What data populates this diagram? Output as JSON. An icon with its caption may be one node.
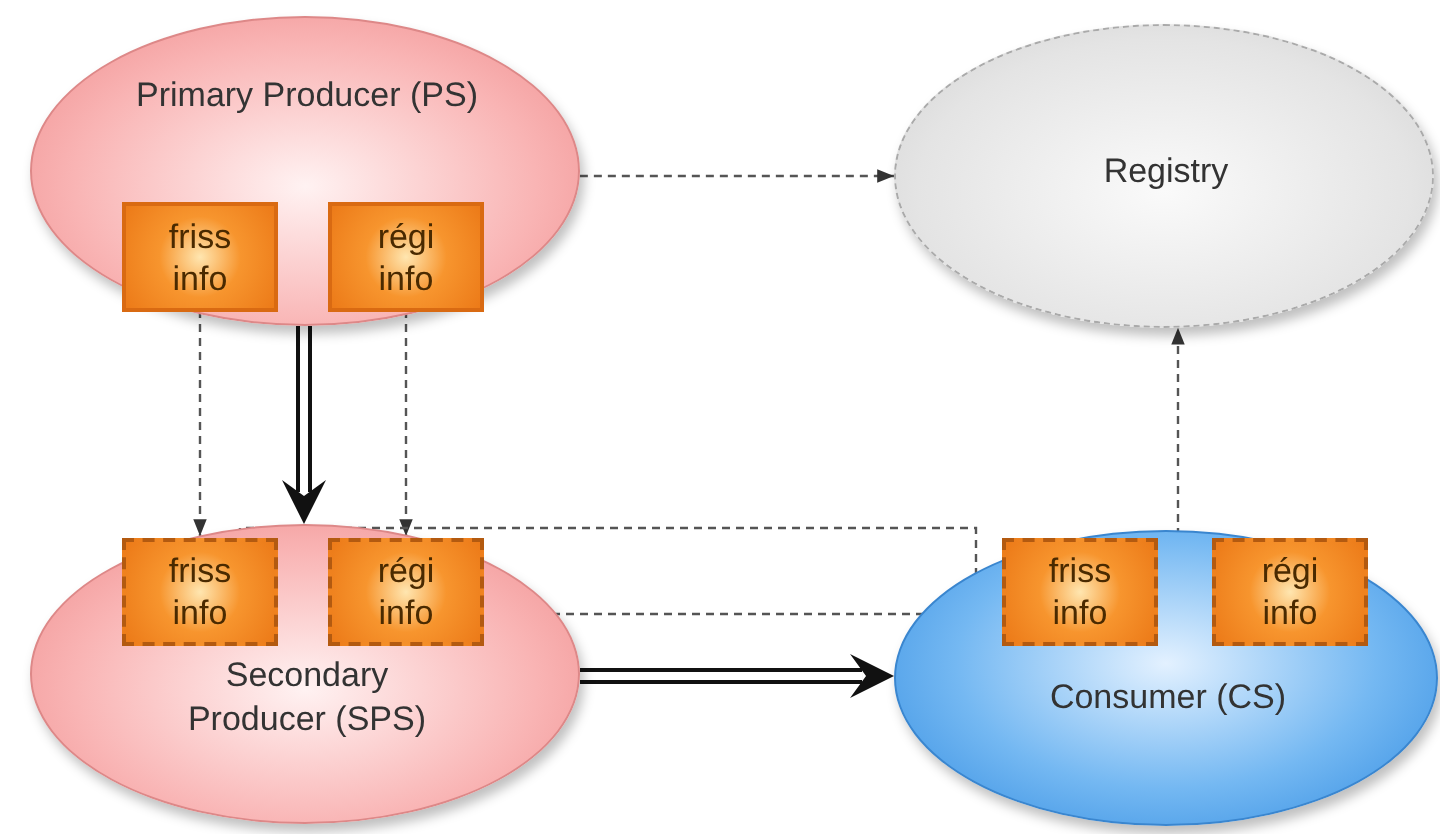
{
  "diagram": {
    "nodes": [
      {
        "text": [
          "Primary Producer (PS)"
        ]
      },
      {
        "text": [
          "friss info"
        ],
        "in": 0
      },
      {
        "text": [
          "régi info"
        ],
        "in": 0
      },
      {
        "text": [
          "Registry"
        ]
      },
      {
        "text": [
          "Secondary Producer (SPS)"
        ]
      },
      {
        "text": [
          "friss info"
        ],
        "in": 4
      },
      {
        "text": [
          "régi info"
        ],
        "in": 4
      },
      {
        "text": [
          "Consumer (CS)"
        ]
      },
      {
        "text": [
          "friss info"
        ],
        "in": 7
      },
      {
        "text": [
          "régi info"
        ],
        "in": 7
      }
    ],
    "edges": [
      {
        "from": 0,
        "to": 3,
        "arrow": "to",
        "style": "dashed"
      },
      {
        "from": 0,
        "to": 4,
        "arrow": "to",
        "style": "thick"
      },
      {
        "from": 1,
        "to": 5,
        "arrow": "to",
        "style": "dashed"
      },
      {
        "from": 2,
        "to": 6,
        "arrow": "to",
        "style": "dashed"
      },
      {
        "from": 5,
        "to": 8,
        "arrow": "to",
        "style": "dashed"
      },
      {
        "from": 6,
        "to": 9,
        "arrow": "to",
        "style": "dashed"
      },
      {
        "from": 4,
        "to": 7,
        "arrow": "to",
        "style": "thick"
      },
      {
        "from": 8,
        "to": 3,
        "arrow": "to",
        "style": "dashed"
      }
    ]
  }
}
